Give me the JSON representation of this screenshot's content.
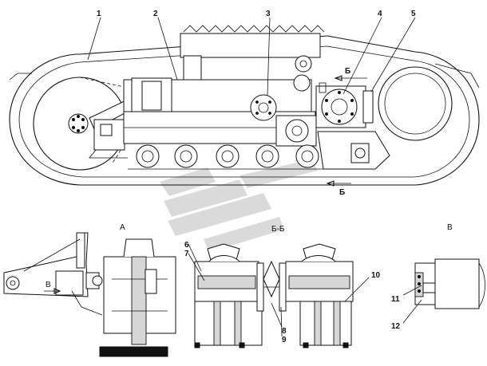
{
  "callouts": {
    "c1": "1",
    "c2": "2",
    "c3": "3",
    "c4": "4",
    "c5": "5",
    "c6": "6",
    "c7": "7",
    "c8": "8",
    "c9": "9",
    "c10": "10",
    "c11": "11",
    "c12": "12"
  },
  "section_marks": {
    "top_b": "Б",
    "bottom_b": "Б"
  },
  "view_labels": {
    "view_a": "А",
    "section_bb": "Б-Б",
    "view_v": "В"
  },
  "arrow_labels": {
    "arrow_v": "В"
  },
  "colors": {
    "line": "#111111",
    "hatch": "#d6d6d6",
    "watermark": "#c9c9c9"
  }
}
